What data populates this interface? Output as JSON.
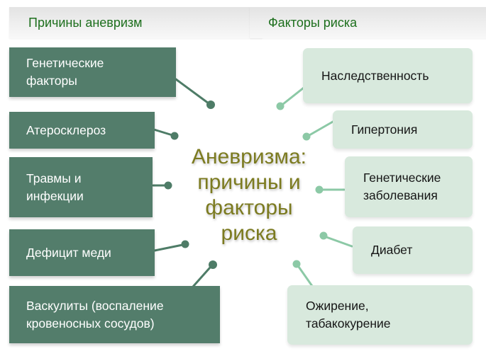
{
  "headers": {
    "causes": "Причины аневризм",
    "risks": "Факторы риска"
  },
  "center": {
    "title": "Аневризма:\nпричины и\nфакторы\nриска"
  },
  "causes": [
    "Генетические\nфакторы",
    "Атеросклероз",
    "Травмы и\nинфекции",
    "Дефицит меди",
    "Васкулиты (воспаление\nкровеносных сосудов)"
  ],
  "risks": [
    "Наследственность",
    "Гипертония",
    "Генетические\nзаболевания",
    "Диабет",
    "Ожирение,\nтабакокурение"
  ],
  "colors": {
    "dark_box": "#537d6b",
    "light_box": "#d8e9dd",
    "dark_connector": "#4e7c67",
    "light_connector": "#8cc9a6",
    "header_text": "#1d6f1d",
    "title_text": "#7c7b20",
    "header_background": "#ececec"
  }
}
